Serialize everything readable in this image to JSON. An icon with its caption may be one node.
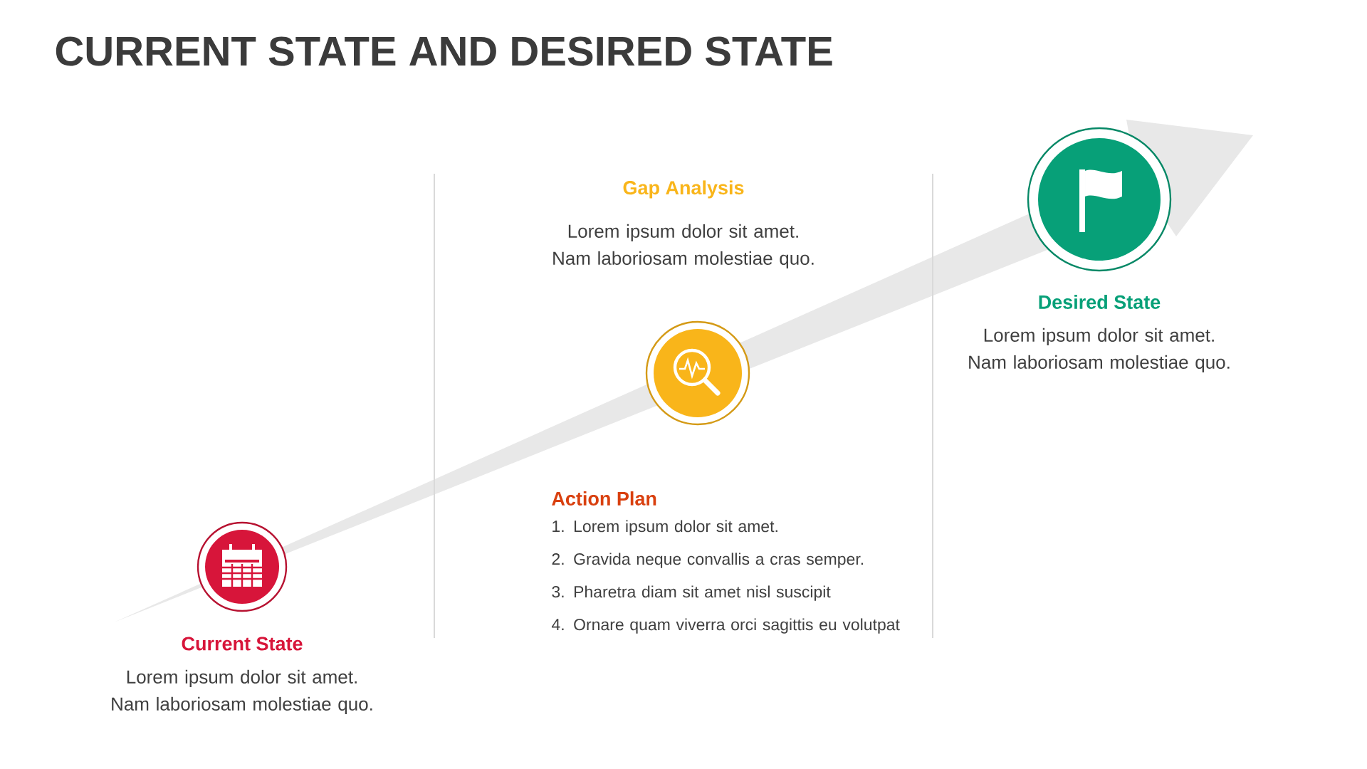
{
  "diagram": {
    "title": "CURRENT STATE AND DESIRED STATE",
    "labels": [
      "Gap Analysis",
      "Lorem ipsum dolor sit amet. Nam laboriosam molestiae quo.",
      "Desired State",
      "Lorem ipsum dolor sit amet. Nam laboriosam molestiae quo.",
      "Action Plan",
      "1. Lorem ipsum dolor sit amet.",
      "2. Gravida neque convallis a cras semper.",
      "3. Pharetra diam sit amet nisl suscipit",
      "4. Ornare quam viverra orci sagittis eu volutpat",
      "Current State",
      "Lorem ipsum dolor sit amet. Nam laboriosam molestiae quo."
    ]
  }
}
